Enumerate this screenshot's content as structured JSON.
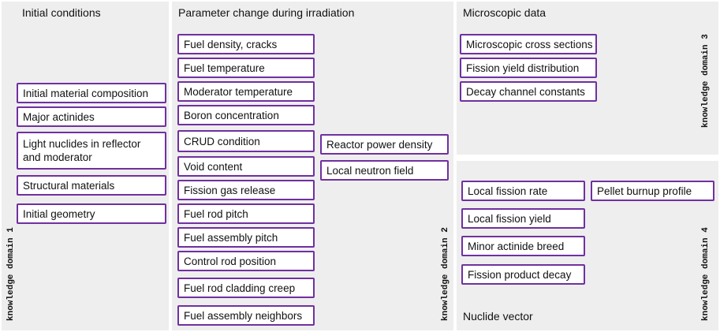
{
  "domain1": {
    "title": "Initial conditions",
    "items": [
      "Initial material composition",
      "Major actinides",
      "Light nuclides in reflector and moderator",
      "Structural materials",
      "Initial geometry"
    ],
    "domain_label": "knowledge domain 1"
  },
  "domain2": {
    "title": "Parameter change during irradiation",
    "items": [
      "Fuel density, cracks",
      "Fuel temperature",
      "Moderator temperature",
      "Boron concentration",
      "CRUD condition",
      "Void content",
      "Fission gas release",
      "Fuel rod pitch",
      "Fuel assembly pitch",
      "Control rod position",
      "Fuel rod cladding creep",
      "Fuel assembly neighbors"
    ],
    "side_items": [
      "Reactor power density",
      "Local neutron field"
    ],
    "domain_label": "knowledge domain 2"
  },
  "domain3": {
    "title": "Microscopic data",
    "items": [
      "Microscopic cross sections",
      "Fission yield distribution",
      "Decay channel constants"
    ],
    "domain_label": "knowledge domain 3"
  },
  "domain4": {
    "items": [
      "Local fission rate",
      "Local fission yield",
      "Minor actinide breed",
      "Fission product decay"
    ],
    "side_item": "Pellet burnup profile",
    "footer": "Nuclide vector",
    "domain_label": "knowledge domain 4"
  },
  "colors": {
    "box_border": "#7030a0",
    "panel_bg": "#eeeeee"
  }
}
